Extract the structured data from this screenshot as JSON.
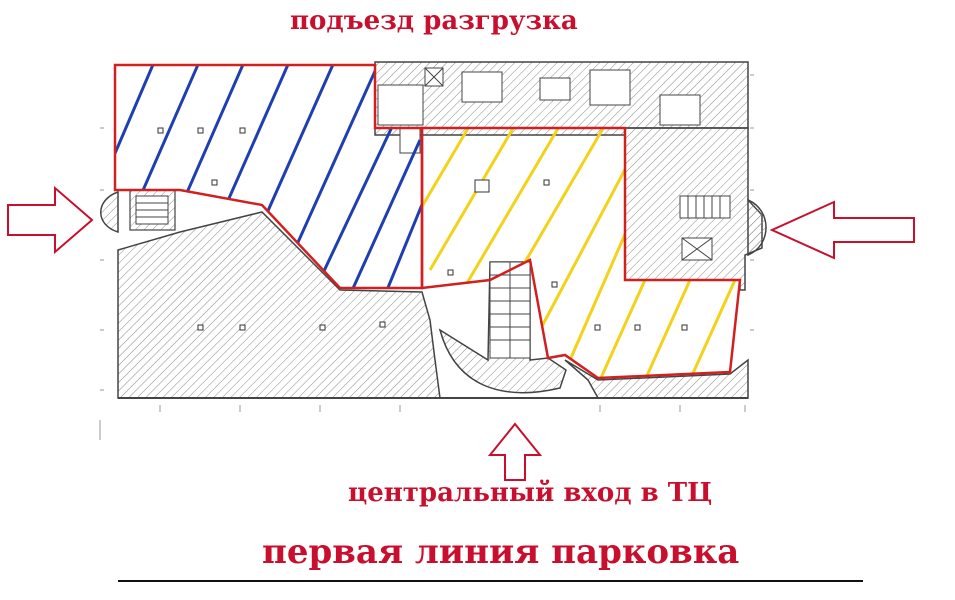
{
  "labels": {
    "unloading_entrance": "подъезд разгрузка",
    "central_entrance": "центральный вход в ТЦ",
    "parking": "первая линия парковка"
  },
  "colors": {
    "label_red": "#c8102e",
    "wall": "#444444",
    "hatch": "#9a9a9a",
    "outline_red": "#d21f1f",
    "blue_stripe": "#1f3fb0",
    "yellow_stripe": "#f2d21a",
    "arrow": "#c8102e"
  }
}
